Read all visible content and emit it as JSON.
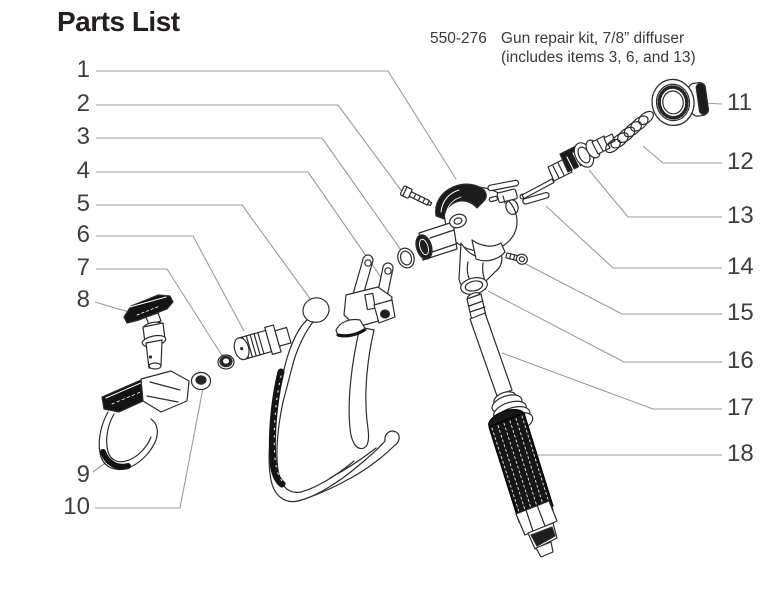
{
  "page": {
    "title": "Parts List"
  },
  "kit_note": {
    "part_number": "550-276",
    "line1": "Gun repair kit, 7/8” diffuser",
    "line2": "(includes items 3, 6, and 13)"
  },
  "callouts": [
    {
      "number": "1"
    },
    {
      "number": "2"
    },
    {
      "number": "3"
    },
    {
      "number": "4"
    },
    {
      "number": "5"
    },
    {
      "number": "6"
    },
    {
      "number": "7"
    },
    {
      "number": "8"
    },
    {
      "number": "9"
    },
    {
      "number": "10"
    },
    {
      "number": "11"
    },
    {
      "number": "12"
    },
    {
      "number": "13"
    },
    {
      "number": "14"
    },
    {
      "number": "15"
    },
    {
      "number": "16"
    },
    {
      "number": "17"
    },
    {
      "number": "18"
    }
  ],
  "colors": {
    "ink": "#2e2d2c",
    "text": "#3b3a39",
    "leader": "#9b9b9b",
    "black_fill": "#161616"
  }
}
